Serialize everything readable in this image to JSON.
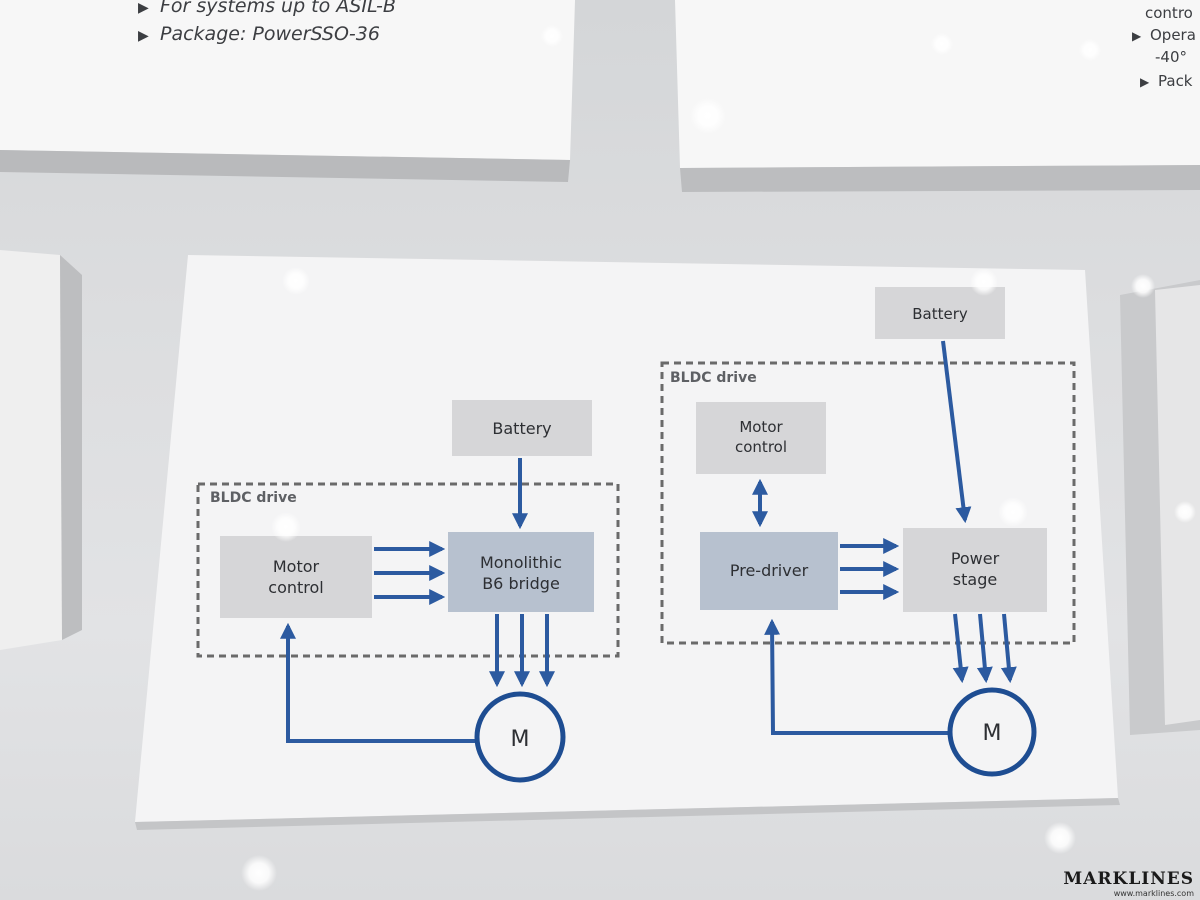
{
  "cards": {
    "top_left_lines": [
      "For systems up to ASIL-B",
      "Package: PowerSSO-36"
    ],
    "top_right_lines": [
      "contro",
      "Opera",
      "-40°",
      "Pack"
    ]
  },
  "diagram_left": {
    "drive_label": "BLDC drive",
    "battery": "Battery",
    "motor_control": [
      "Motor",
      "control"
    ],
    "bridge": [
      "Monolithic",
      "B6 bridge"
    ],
    "motor": "M"
  },
  "diagram_right": {
    "drive_label": "BLDC drive",
    "battery": "Battery",
    "motor_control": [
      "Motor",
      "control"
    ],
    "predriver": "Pre-driver",
    "power_stage": [
      "Power",
      "stage"
    ],
    "motor": "M"
  },
  "watermark": {
    "brand": "MARKLINES",
    "url": "www.marklines.com"
  },
  "colors": {
    "arrow_blue": "#2c5aa0",
    "box_gray": "#d6d6d8",
    "box_blue_gray": "#b7c1cf",
    "dashed_border": "#6a6a6a"
  }
}
